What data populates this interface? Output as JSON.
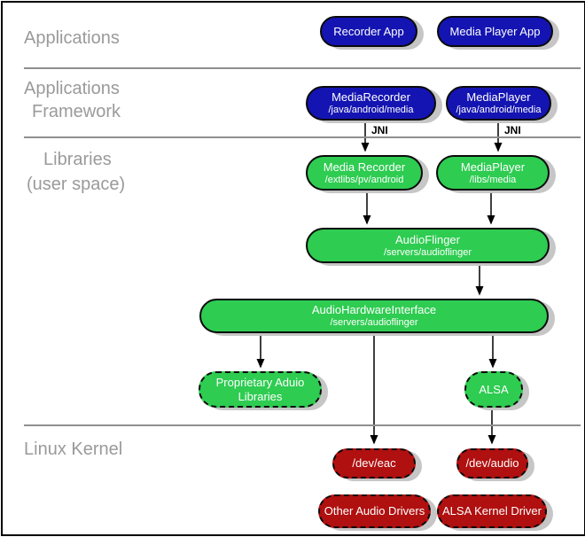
{
  "layers": {
    "applications": {
      "label": "Applications"
    },
    "applications_framework": {
      "line1": "Applications",
      "line2": "Framework"
    },
    "libraries": {
      "line1": "Libraries",
      "line2": "(user space)"
    },
    "linux_kernel": {
      "label": "Linux Kernel"
    }
  },
  "nodes": {
    "recorder_app": {
      "title": "Recorder App"
    },
    "media_player_app": {
      "title": "Media Player App"
    },
    "media_recorder_fw": {
      "title": "MediaRecorder",
      "subtitle": "/java/android/media"
    },
    "media_player_fw": {
      "title": "MediaPlayer",
      "subtitle": "/java/android/media"
    },
    "media_recorder_lib": {
      "title": "Media Recorder",
      "subtitle": "/extlibs/pv/android"
    },
    "media_player_lib": {
      "title": "MediaPlayer",
      "subtitle": "/libs/media"
    },
    "audioflinger": {
      "title": "AudioFlinger",
      "subtitle": "/servers/audioflinger"
    },
    "audio_hardware_interface": {
      "title": "AudioHardwareInterface",
      "subtitle": "/servers/audioflinger"
    },
    "proprietary_audio_libraries": {
      "line1": "Proprietary Aduio",
      "line2": "Libraries"
    },
    "alsa": {
      "title": "ALSA"
    },
    "dev_eac": {
      "title": "/dev/eac"
    },
    "dev_audio": {
      "title": "/dev/audio"
    },
    "other_audio_drivers": {
      "title": "Other Audio Drivers"
    },
    "alsa_kernel_driver": {
      "title": "ALSA Kernel Driver"
    }
  },
  "edge_labels": {
    "jni_left": "JNI",
    "jni_right": "JNI"
  },
  "colors": {
    "app_blue": "#1414b2",
    "lib_green": "#2ecc51",
    "kernel_red": "#b01010",
    "pill_shadow": "#c6c6c6",
    "separator_gray": "#8f8f8f",
    "layer_label_gray": "#9a9a9a"
  }
}
